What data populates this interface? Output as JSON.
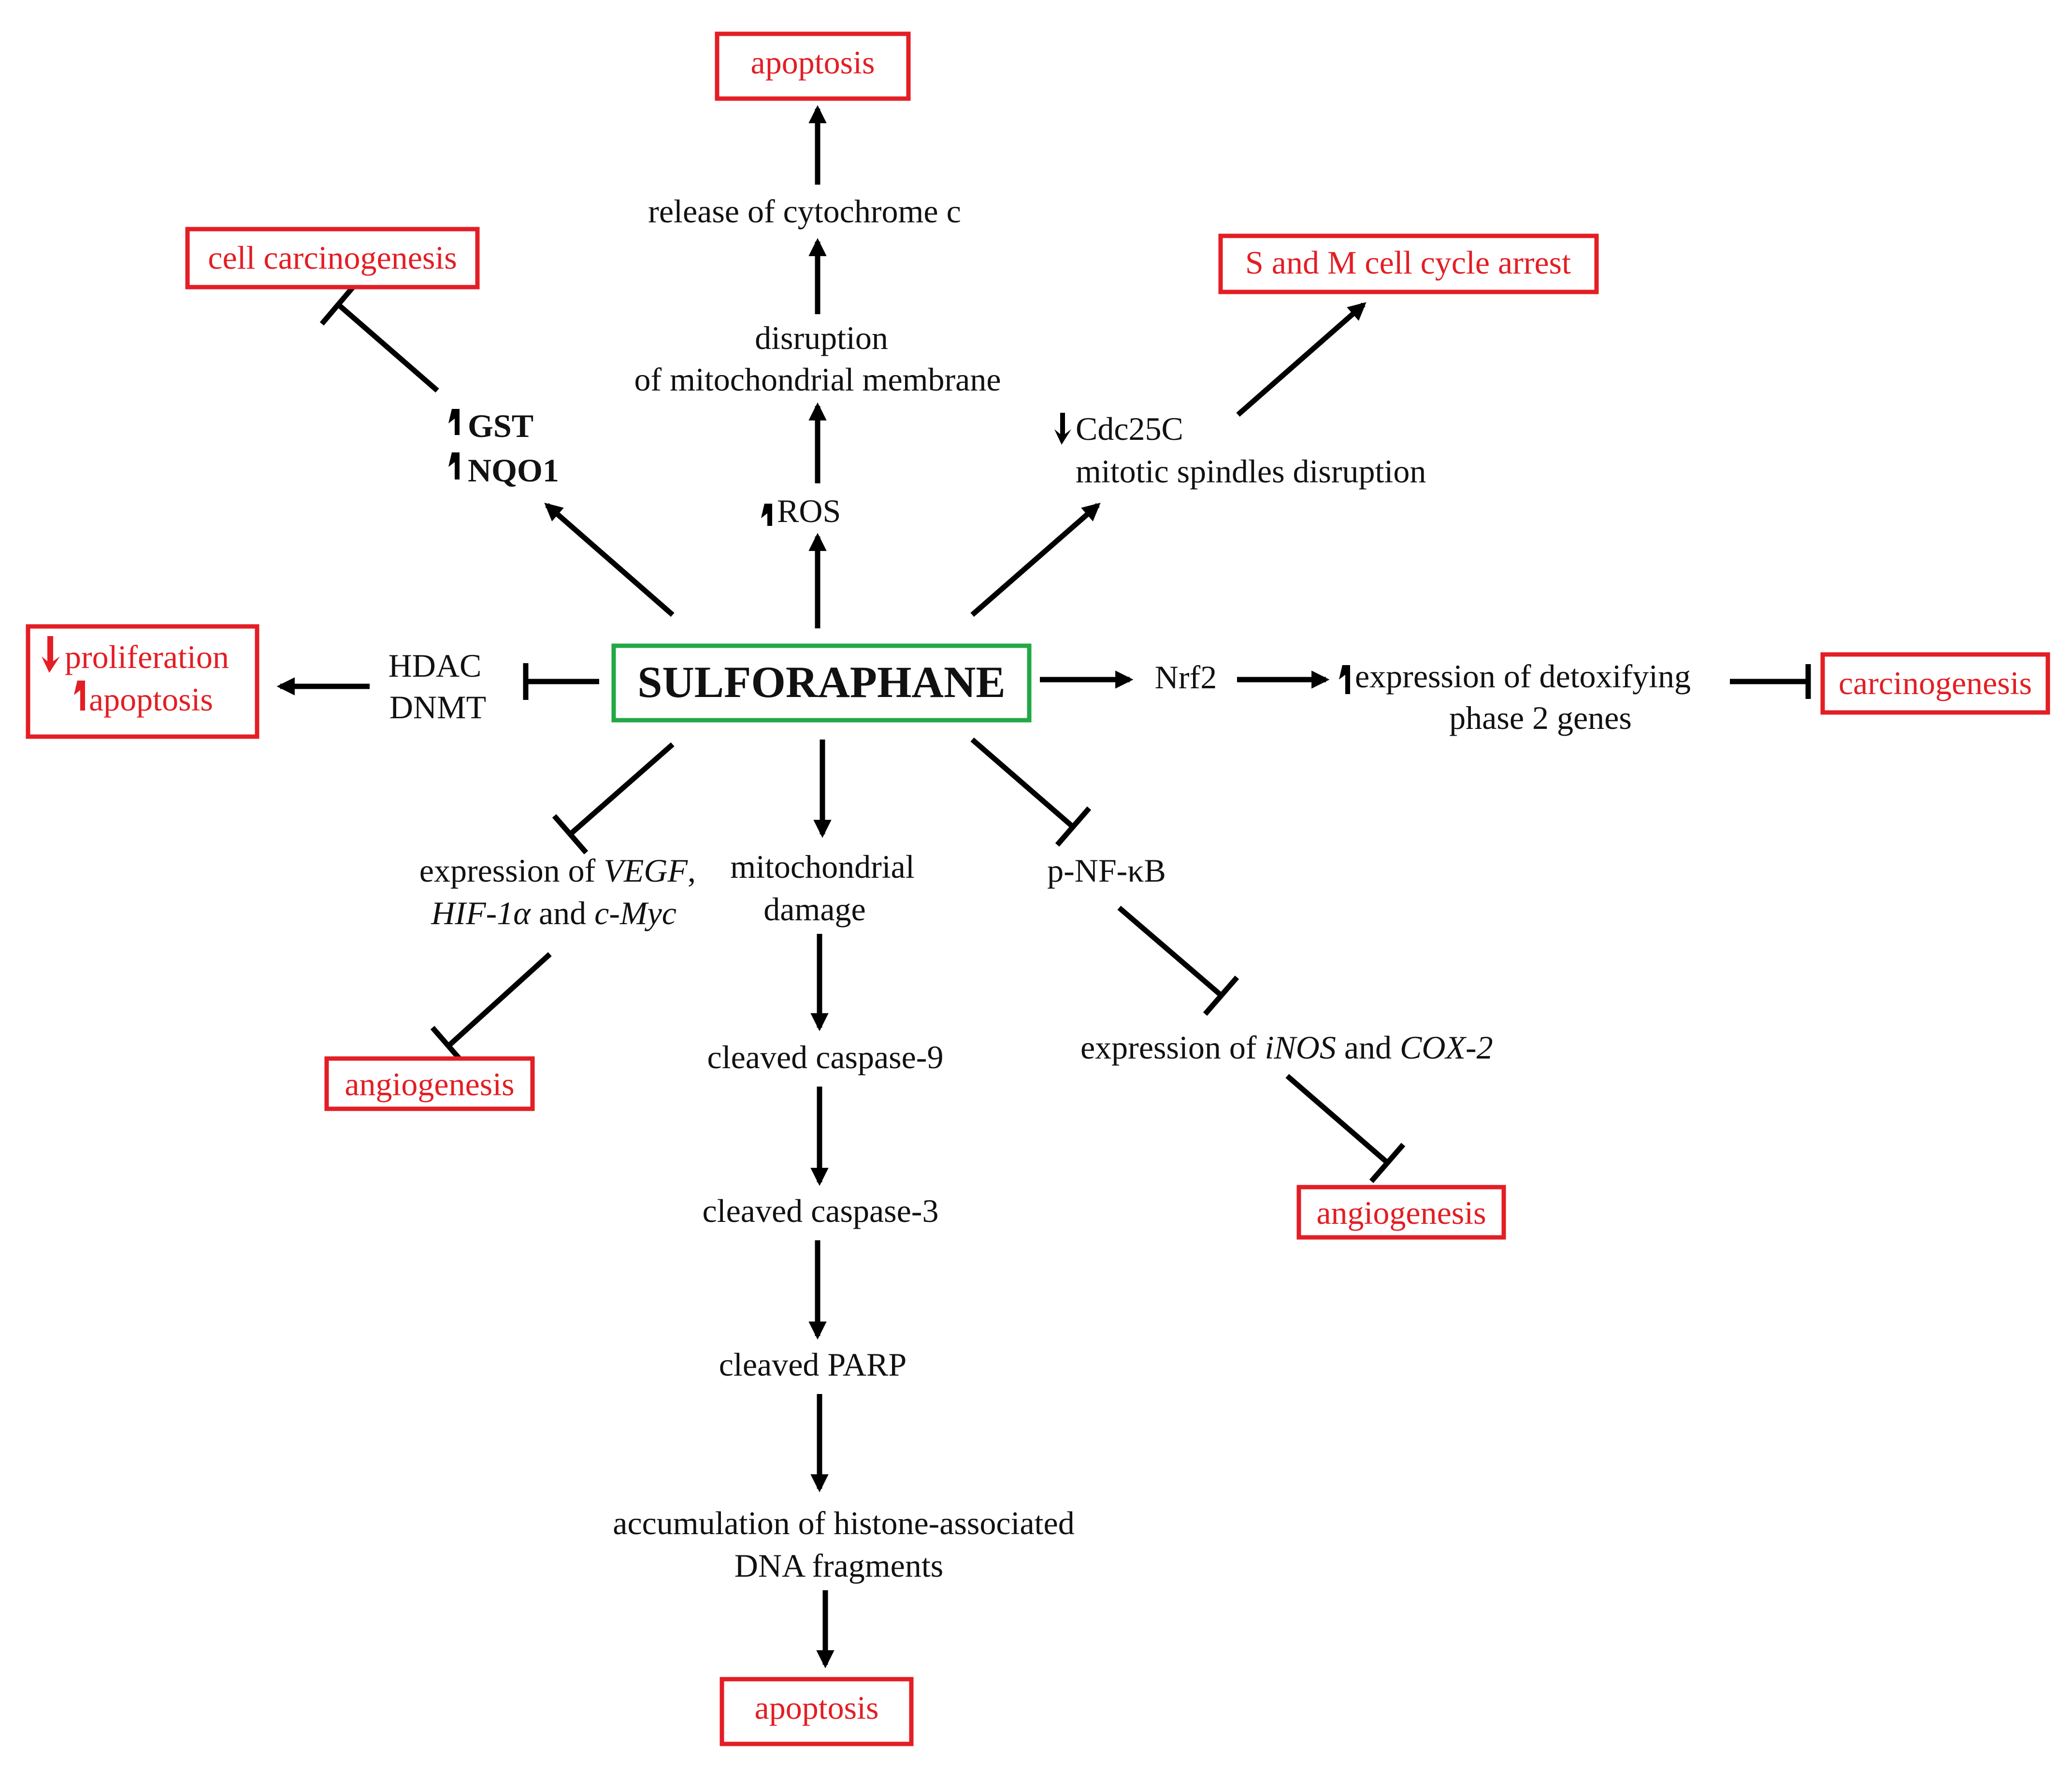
{
  "center": "SULFORAPHANE",
  "colors": {
    "outcome": "#e31e24",
    "center_border": "#22a845",
    "text": "#111111"
  },
  "top_branch": {
    "ros": "ROS",
    "disruption_1": "disruption",
    "disruption_2": "of mitochondrial membrane",
    "cytochrome": "release of cytochrome c",
    "outcome": "apoptosis"
  },
  "upper_left_branch": {
    "gst": "GST",
    "nqo1": "NQO1",
    "outcome": "cell carcinogenesis"
  },
  "upper_right_branch": {
    "cdc25c": "Cdc25C",
    "spindles": "mitotic spindles disruption",
    "outcome": "S and M cell cycle arrest"
  },
  "left_branch": {
    "hdac": "HDAC",
    "dnmt": "DNMT",
    "outcome_1": "proliferation",
    "outcome_2": "apoptosis"
  },
  "right_branch": {
    "nrf2": "Nrf2",
    "expression_1": "expression of detoxifying",
    "expression_2": "phase 2 genes",
    "outcome": "carcinogenesis"
  },
  "lower_left_branch": {
    "expr_prefix": "expression of ",
    "vegf": "VEGF",
    "comma": ",",
    "hif": "HIF-1α",
    "and": " and ",
    "cmyc": "c-Myc",
    "outcome": "angiogenesis"
  },
  "bottom_branch": {
    "mito_1": "mitochondrial",
    "mito_2": "damage",
    "caspase9": "cleaved caspase-9",
    "caspase3": "cleaved caspase-3",
    "parp": "cleaved PARP",
    "dna_1": "accumulation of histone-associated",
    "dna_2": "DNA fragments",
    "outcome": "apoptosis"
  },
  "lower_right_branch": {
    "nfkb": "p-NF-κB",
    "expr_prefix": "expression of ",
    "inos": "iNOS",
    "and": " and ",
    "cox2": "COX-2",
    "outcome": "angiogenesis"
  }
}
